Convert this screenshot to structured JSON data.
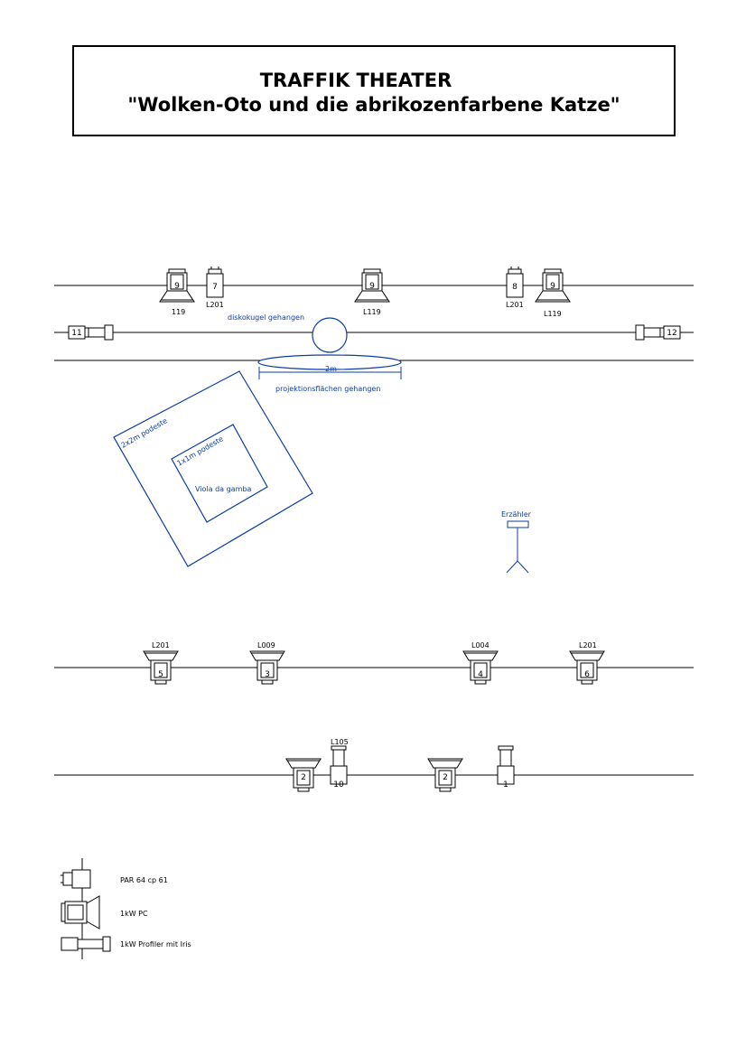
{
  "title": {
    "line1": "TRAFFIK THEATER",
    "line2": "\"Wolken-Oto und die abrikozenfarbene Katze\""
  },
  "colors": {
    "ink": "#000000",
    "blue": "#0b3ea8"
  },
  "upper_bar": {
    "fixtures": [
      {
        "kind": "pc",
        "number": "9",
        "gel": "119"
      },
      {
        "kind": "par",
        "number": "7",
        "gel": "L201"
      },
      {
        "kind": "pc",
        "number": "9",
        "gel": "L119"
      },
      {
        "kind": "par",
        "number": "8",
        "gel": "L201"
      },
      {
        "kind": "pc",
        "number": "9",
        "gel": "L119"
      }
    ]
  },
  "side_bar": {
    "left_profile": {
      "number": "11"
    },
    "right_profile": {
      "number": "12"
    },
    "disco_ball_label": "diskokugel gehangen"
  },
  "projection": {
    "screen_label": "2m",
    "caption": "projektionsflächen gehangen"
  },
  "stage": {
    "outer_podest": "2x2m podeste",
    "inner_podest": "1x1m podeste",
    "instrument": "Viola da gamba",
    "narrator": "Erzähler"
  },
  "middle_bar": {
    "fixtures": [
      {
        "kind": "pc",
        "number": "5",
        "gel": "L201"
      },
      {
        "kind": "pc",
        "number": "3",
        "gel": "L009"
      },
      {
        "kind": "pc",
        "number": "4",
        "gel": "L004"
      },
      {
        "kind": "pc",
        "number": "6",
        "gel": "L201"
      }
    ]
  },
  "front_bar": {
    "fixtures": [
      {
        "kind": "pc",
        "number": "2",
        "gel": ""
      },
      {
        "kind": "par",
        "number": "10",
        "gel": "L105"
      },
      {
        "kind": "pc",
        "number": "2",
        "gel": ""
      },
      {
        "kind": "par",
        "number": "1",
        "gel": ""
      }
    ]
  },
  "legend": {
    "par_label": "PAR 64 cp 61",
    "pc_label": "1kW PC",
    "profile_label": "1kW Profiler mit Iris"
  }
}
